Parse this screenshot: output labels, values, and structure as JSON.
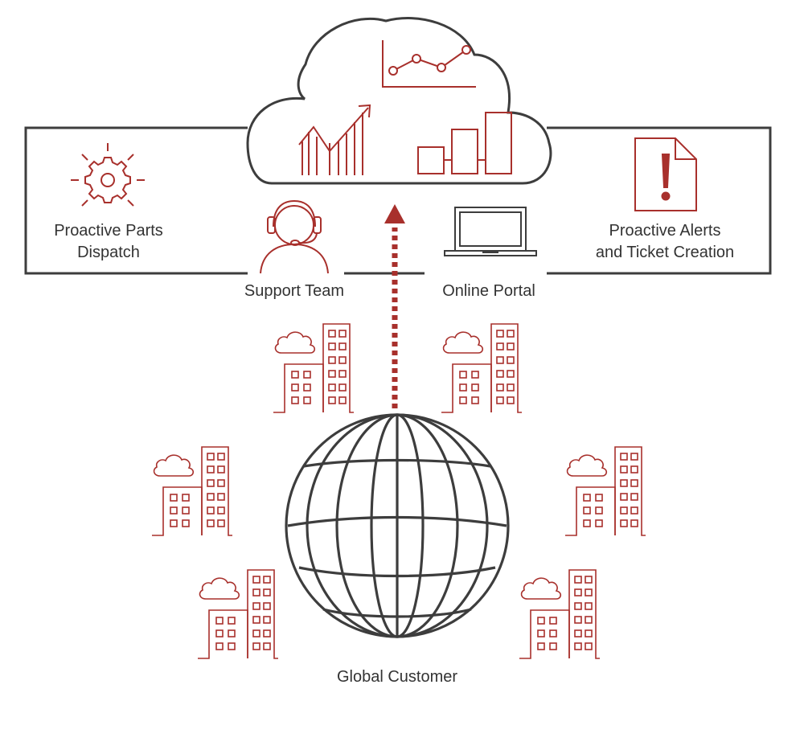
{
  "labels": {
    "parts_dispatch": [
      "Proactive Parts",
      "Dispatch"
    ],
    "alerts_tickets": [
      "Proactive Alerts",
      "and Ticket Creation"
    ],
    "support_team": "Support Team",
    "online_portal": "Online Portal",
    "global_customer": "Global Customer"
  },
  "colors": {
    "accent": "#a8302c",
    "line": "#3d3d3d",
    "text": "#333333",
    "background": "#ffffff"
  },
  "icons": [
    "cloud-icon",
    "line-chart-icon",
    "trend-up-icon",
    "bar-chart-icon",
    "gear-icon",
    "alert-document-icon",
    "headset-agent-icon",
    "laptop-icon",
    "globe-icon",
    "office-building-icon",
    "upload-arrow-icon"
  ]
}
